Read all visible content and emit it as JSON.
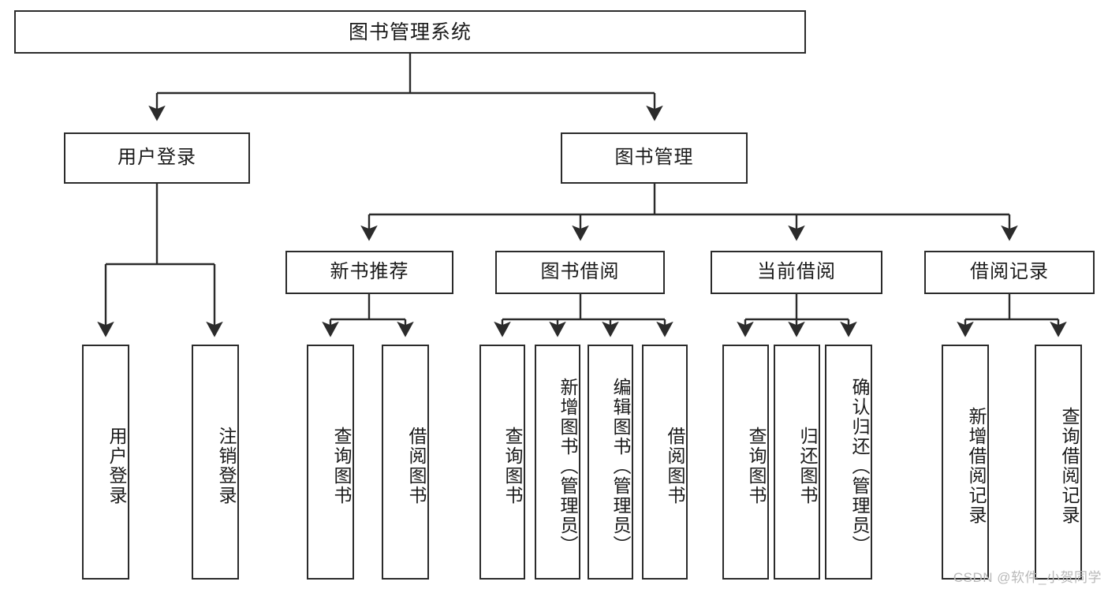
{
  "diagram": {
    "type": "tree",
    "title": "图书管理系统",
    "watermark": "CSDN @软件_小贺同学",
    "colors": {
      "stroke": "#2b2b2b",
      "fill": "#ffffff",
      "text": "#1a1a1a",
      "watermark": "#b9b9b9"
    },
    "nodes": {
      "root": "图书管理系统",
      "level2": [
        "用户登录",
        "图书管理"
      ],
      "level3": [
        "新书推荐",
        "图书借阅",
        "当前借阅",
        "借阅记录"
      ],
      "leaves_user_login": [
        "用户登录",
        "注销登录"
      ],
      "leaves_new_book": [
        "查询图书",
        "借阅图书"
      ],
      "leaves_borrow": [
        "查询图书",
        "新增图书（管理员）",
        "编辑图书（管理员）",
        "借阅图书"
      ],
      "leaves_current": [
        "查询图书",
        "归还图书",
        "确认归还（管理员）"
      ],
      "leaves_records": [
        "新增借阅记录",
        "查询借阅记录"
      ]
    }
  }
}
